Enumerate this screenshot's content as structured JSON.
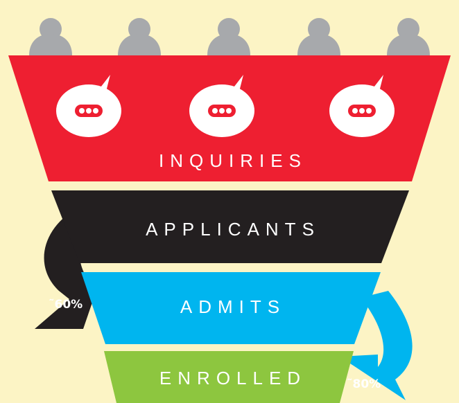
{
  "funnel": {
    "stages": [
      {
        "label": "INQUIRIES",
        "color": "#EE1F31"
      },
      {
        "label": "APPLICANTS",
        "color": "#231F20"
      },
      {
        "label": "ADMITS",
        "color": "#00B5EF"
      },
      {
        "label": "ENROLLED",
        "color": "#8DC63F"
      }
    ],
    "conversions": [
      {
        "label": "˜60%",
        "from": "APPLICANTS",
        "to": "ADMITS",
        "color": "#231F20"
      },
      {
        "label": "˜80%",
        "from": "ADMITS",
        "to": "ENROLLED",
        "color": "#00B5EF"
      }
    ]
  },
  "people_icon_count": 5,
  "people_icon_color": "#A7A9AC",
  "chat_bubble_icon_count": 3,
  "background_color": "#FCF4C5"
}
